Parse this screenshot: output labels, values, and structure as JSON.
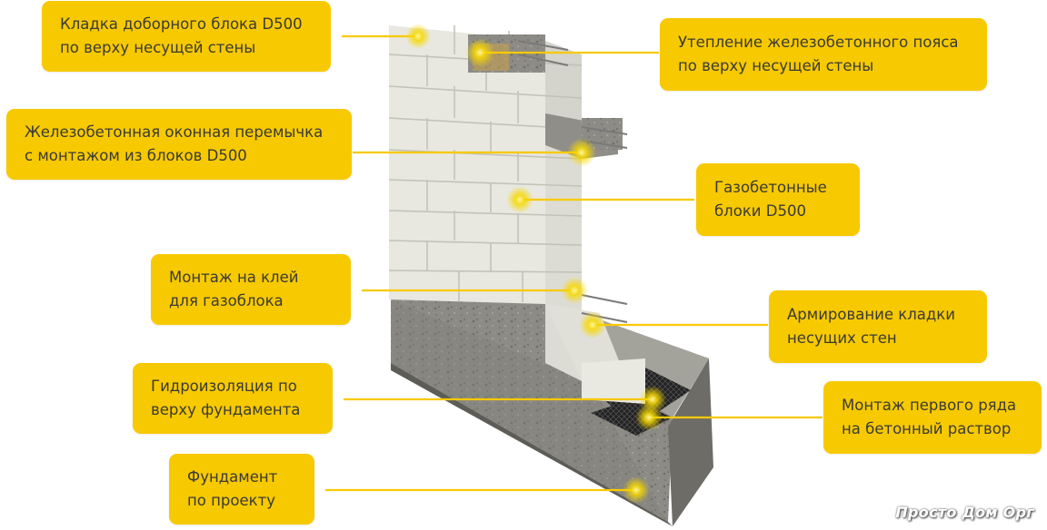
{
  "labels": {
    "top_left": [
      "Кладка доборного блока D500",
      "по верху несущей стены"
    ],
    "lintel": [
      "Железобетонная оконная перемычка",
      "с монтажом из блоков D500"
    ],
    "glue": [
      "Монтаж на клей",
      "для газоблока"
    ],
    "waterproofing": [
      "Гидроизоляция по",
      "верху фундамента"
    ],
    "foundation": [
      "Фундамент",
      "по проекту"
    ],
    "insulation": [
      "Утепление железобетонного пояса",
      "по верху несущей стены"
    ],
    "blocks": [
      "Газобетонные",
      "блоки D500"
    ],
    "reinforcement": [
      "Армирование кладки",
      "несущих стен"
    ],
    "first_row": [
      "Монтаж первого ряда",
      "на бетонный раствор"
    ]
  },
  "watermark": "Просто Дом Орг",
  "colors": {
    "accent": "#f7c900",
    "block": "#e6e6de",
    "concrete": "#8a8a84",
    "text": "#3a3a3a"
  }
}
